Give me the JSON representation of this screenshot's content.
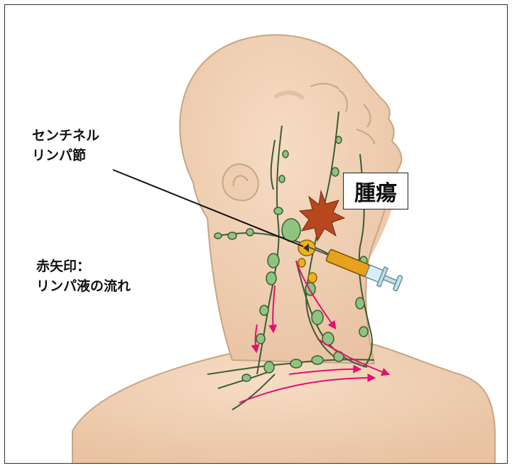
{
  "labels": {
    "sentinel_line1": "センチネル",
    "sentinel_line2": "リンパ節",
    "tumor": "腫瘍",
    "arrow_line1": "赤矢印：",
    "arrow_line2": "リンパ液の流れ"
  },
  "colors": {
    "skin": "#f2d2b5",
    "skin_outline": "#c7a586",
    "node": "#8fc47e",
    "vessel": "#3b5b36",
    "arrow": "#e0116f",
    "tumor": "#b8471f",
    "sentinel_node": "#f0b21a",
    "syringe_fluid": "#e6a21c"
  }
}
